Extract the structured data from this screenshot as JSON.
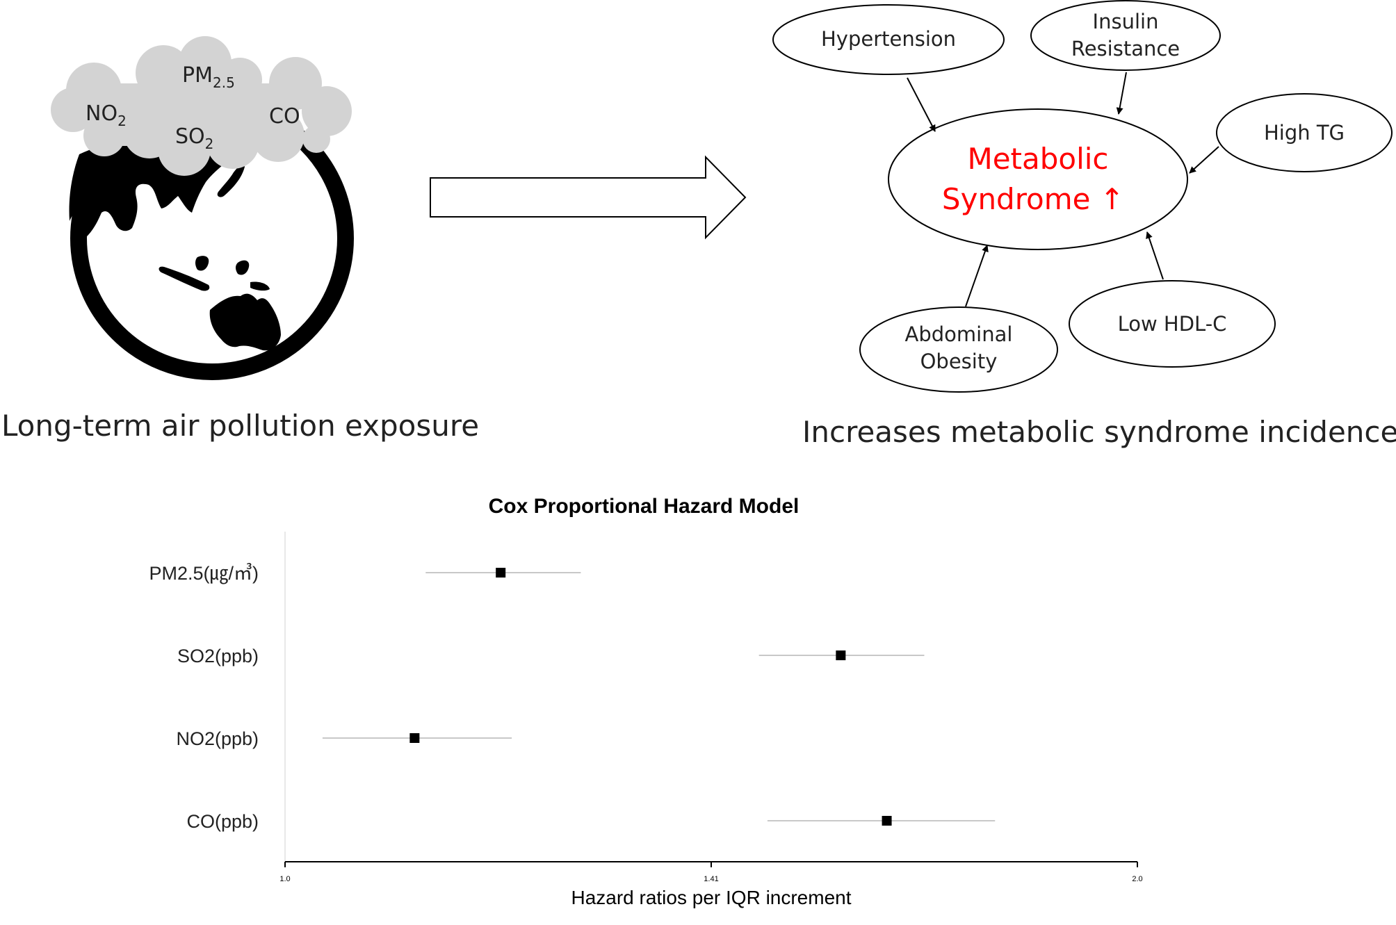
{
  "top": {
    "left_caption": "Long-term air pollution exposure",
    "right_caption": "Increases metabolic syndrome incidence",
    "cloud": {
      "pm": "PM",
      "pm_sub": "2.5",
      "no": "NO",
      "no_sub": "2",
      "so": "SO",
      "so_sub": "2",
      "co": "CO"
    },
    "center_node": {
      "line1": "Metabolic",
      "line2": "Syndrome ↑",
      "color": "#ff0000"
    },
    "nodes": {
      "hypertension": "Hypertension",
      "insulin_line1": "Insulin",
      "insulin_line2": "Resistance",
      "high_tg": "High TG",
      "low_hdl": "Low HDL-C",
      "abdominal_line1": "Abdominal",
      "abdominal_line2": "Obesity"
    }
  },
  "chart_data": {
    "type": "forest",
    "title": "Cox Proportional Hazard Model",
    "xlabel": "Hazard ratios per IQR increment",
    "xlim": [
      1.0,
      2.0
    ],
    "xticks": [
      1.0,
      1.5,
      2.0
    ],
    "xtick_labels": [
      "1.0",
      "1.41",
      "2.0"
    ],
    "rows": [
      {
        "label": "PM2.5(㎍/㎥)",
        "estimate": 1.253,
        "low": 1.165,
        "high": 1.347
      },
      {
        "label": "SO2(ppb)",
        "estimate": 1.652,
        "low": 1.556,
        "high": 1.75
      },
      {
        "label": "NO2(ppb)",
        "estimate": 1.152,
        "low": 1.044,
        "high": 1.266
      },
      {
        "label": "CO(ppb)",
        "estimate": 1.706,
        "low": 1.566,
        "high": 1.833
      }
    ]
  }
}
